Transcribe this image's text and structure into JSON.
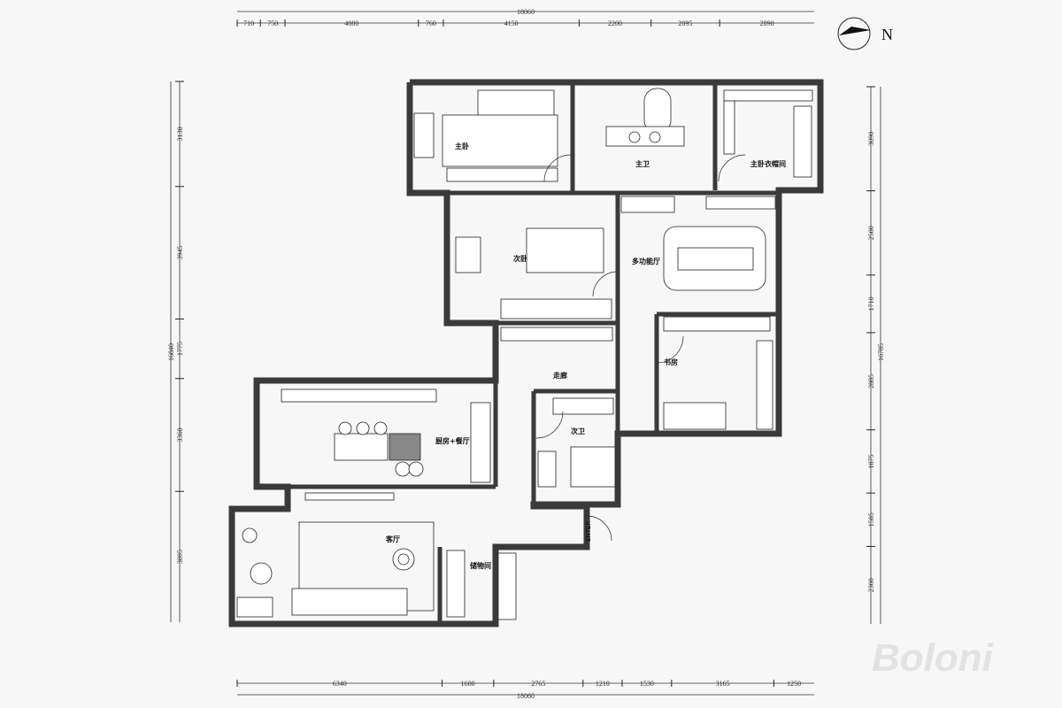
{
  "dimensions": {
    "top_total": "18060",
    "top": [
      "710",
      "750",
      "4080",
      "760",
      "4150",
      "2200",
      "2095",
      "2890"
    ],
    "bottom": [
      "6340",
      "1600",
      "2765",
      "1210",
      "1530",
      "3165",
      "1250"
    ],
    "bottom_total": "18060",
    "left_total": "16840",
    "left": [
      "3130",
      "3945",
      "1775",
      "3360",
      "3895"
    ],
    "right": [
      "3090",
      "2500",
      "1710",
      "2885",
      "1875",
      "1585",
      "2300"
    ],
    "right_total": "16785"
  },
  "compass": {
    "label": "N"
  },
  "rooms": {
    "master_bedroom": "主卧",
    "master_bath": "主卫",
    "master_closet": "主卧衣帽间",
    "second_bedroom": "次卧",
    "multi_room": "多功能厅",
    "corridor": "走廊",
    "study": "书房",
    "kitchen_dining": "厨房+餐厅",
    "second_bath": "次卫",
    "living_room": "客厅",
    "storage": "储物间"
  },
  "entrance": "ENTER",
  "watermark": "Boloni"
}
